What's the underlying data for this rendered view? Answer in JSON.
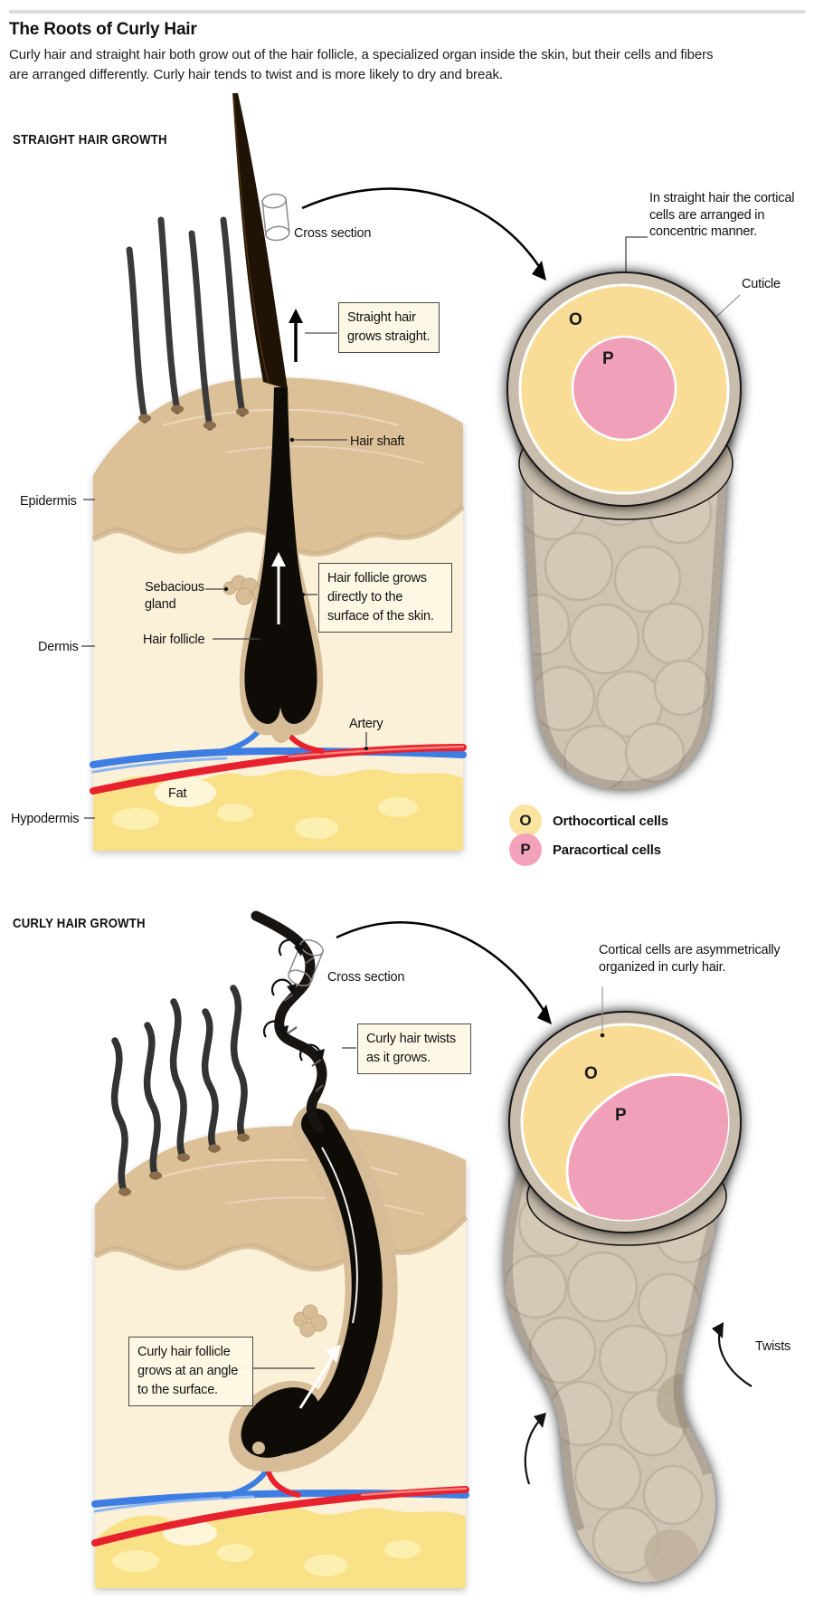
{
  "page": {
    "title": "The Roots of Curly Hair",
    "intro": "Curly hair and straight hair both grow out of the hair follicle, a specialized organ inside the skin, but their cells and fibers are arranged differently. Curly hair tends to twist and is more likely to dry and break."
  },
  "straight": {
    "section_label": "STRAIGHT HAIR GROWTH",
    "cross_section_label": "Cross section",
    "grows_box": "Straight hair\ngrows straight.",
    "hair_shaft": "Hair shaft",
    "epidermis": "Epidermis",
    "sebacious": "Sebacious\ngland",
    "hair_follicle": "Hair follicle",
    "dermis": "Dermis",
    "follicle_box": "Hair follicle grows\ndirectly to the\nsurface of the skin.",
    "artery": "Artery",
    "fat": "Fat",
    "hypodermis": "Hypodermis",
    "annotation": "In straight hair the cortical\ncells are arranged in\nconcentric manner.",
    "cuticle": "Cuticle",
    "o_letter": "O",
    "p_letter": "P"
  },
  "legend": {
    "o_letter": "O",
    "o_label": "Orthocortical cells",
    "p_letter": "P",
    "p_label": "Paracortical cells"
  },
  "curly": {
    "section_label": "CURLY HAIR GROWTH",
    "cross_section_label": "Cross section",
    "twists_box": "Curly hair twists\nas it grows.",
    "follicle_box": "Curly hair follicle\ngrows at an angle\nto the surface.",
    "annotation": "Cortical cells are asymmetrically\norganized in curly hair.",
    "twists_label": "Twists",
    "o_letter": "O",
    "p_letter": "P"
  },
  "colors": {
    "epidermis_tan": "#dcc097",
    "dermis_cream": "#fbf0d8",
    "fat_yellow": "#f9e187",
    "orthocortical_yellow": "#f9dd96",
    "paracortical_pink": "#f1a0ba",
    "cuticle_ring": "#c8bdac",
    "hair_black": "#0f0c08",
    "artery_red": "#e8212e",
    "vein_blue": "#3e7ee2",
    "legend_o_fill": "#fbe3a0",
    "legend_p_fill": "#f4a2ba"
  }
}
